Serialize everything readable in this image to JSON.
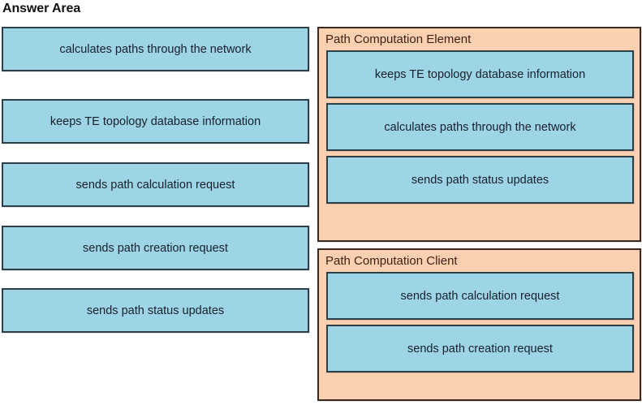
{
  "page": {
    "title": "Answer Area",
    "background_color": "#ffffff"
  },
  "colors": {
    "tile_fill": "#9dd5e7",
    "tile_border": "#2c3e48",
    "tile_text": "#17202a",
    "panel_fill": "#fad0b0",
    "panel_border": "#3a2a22",
    "panel_title_text": "#3d1f10",
    "page_title_text": "#111111"
  },
  "answer_bank": {
    "name": "answer-bank",
    "items": [
      {
        "label": "calculates paths through the network"
      },
      {
        "label": "keeps TE topology database information"
      },
      {
        "label": "sends path calculation request"
      },
      {
        "label": "sends path creation request"
      },
      {
        "label": "sends path status updates"
      }
    ]
  },
  "drop_zones": [
    {
      "title": "Path Computation Element",
      "items": [
        {
          "label": "keeps TE topology database information"
        },
        {
          "label": "calculates paths through the network"
        },
        {
          "label": "sends path status updates"
        }
      ]
    },
    {
      "title": "Path Computation Client",
      "items": [
        {
          "label": "sends path calculation request"
        },
        {
          "label": "sends path creation request"
        }
      ]
    }
  ]
}
